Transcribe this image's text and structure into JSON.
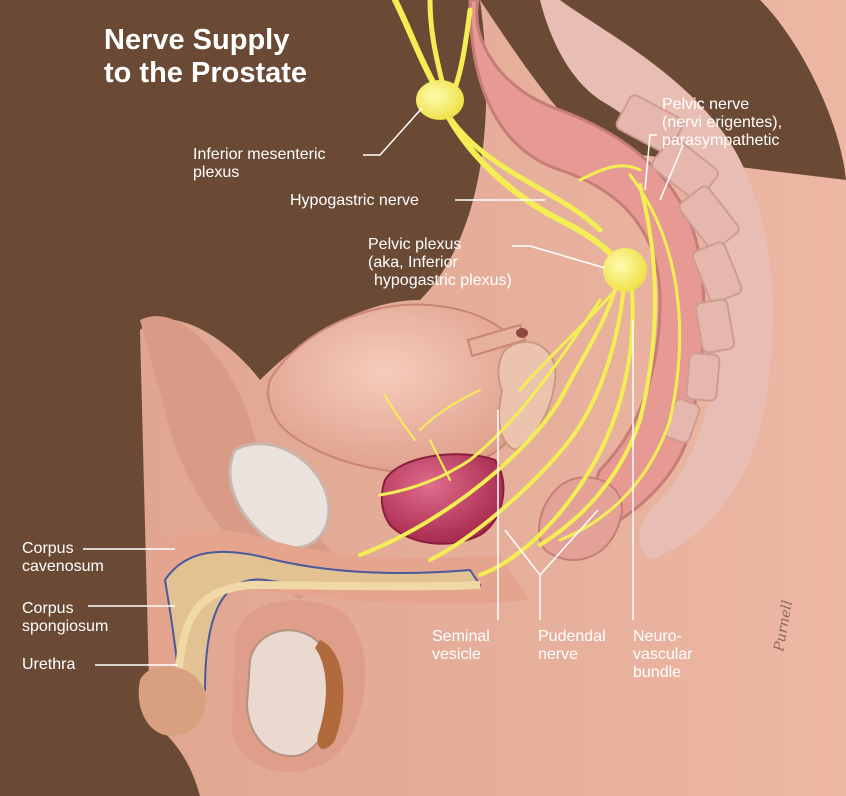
{
  "title": {
    "line1": "Nerve Supply",
    "line2": "to the Prostate"
  },
  "labels": {
    "inferior_mesenteric_plexus": {
      "line1": "Inferior mesenteric",
      "line2": "plexus"
    },
    "hypogastric_nerve": {
      "line1": "Hypogastric nerve"
    },
    "pelvic_nerve": {
      "line1": "Pelvic nerve",
      "line2": "(nervi erigentes),",
      "line3": "parasympathetic"
    },
    "pelvic_plexus": {
      "line1": "Pelvic plexus",
      "line2": "(aka, Inferior",
      "line3": "hypogastric plexus)"
    },
    "corpus_cavenosum": {
      "line1": "Corpus",
      "line2": "cavenosum"
    },
    "corpus_spongiosum": {
      "line1": "Corpus",
      "line2": "spongiosum"
    },
    "urethra": {
      "line1": "Urethra"
    },
    "seminal_vesicle": {
      "line1": "Seminal",
      "line2": "vesicle"
    },
    "pudendal_nerve": {
      "line1": "Pudendal",
      "line2": "nerve"
    },
    "neurovascular_bundle": {
      "line1": "Neuro-",
      "line2": "vascular",
      "line3": "bundle"
    }
  },
  "signature": "Purnell",
  "colors": {
    "background": "#6b4a35",
    "nerve": "#f4ee55",
    "tissue": "#e9b09c",
    "rectum": "#e79a94",
    "bladder": "#efb6a3",
    "prostate": "#c0335a",
    "label_text": "#ffffff",
    "leader_line": "#ffffff"
  }
}
